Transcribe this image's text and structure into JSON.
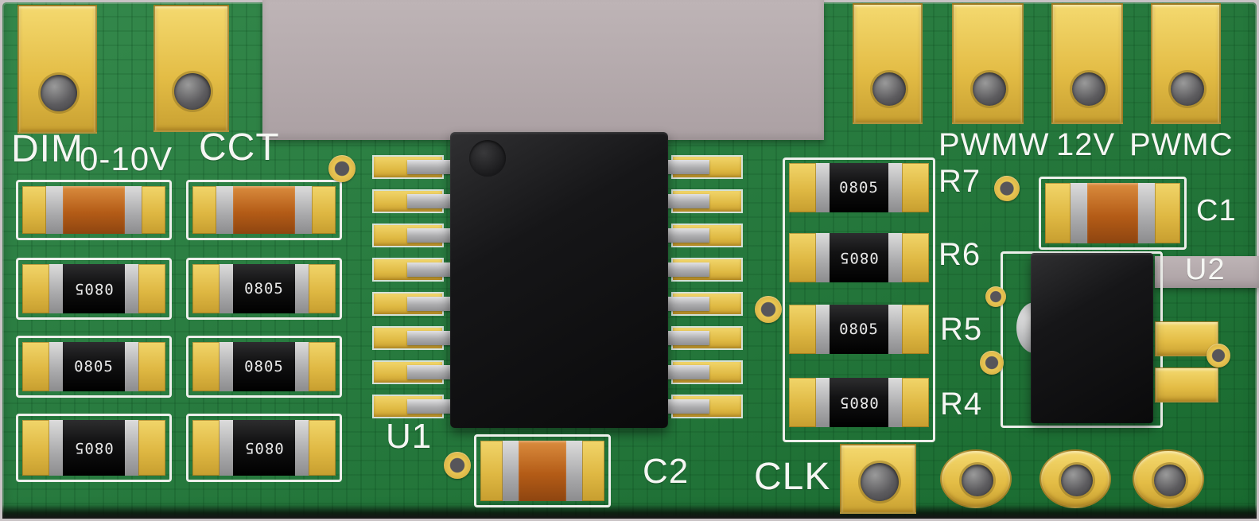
{
  "pcb": {
    "silkscreen": {
      "dim": "DIM",
      "dim_range": "0-10V",
      "cct": "CCT",
      "pwmw": "PWMW",
      "v12": "12V",
      "pwmc": "PWMC",
      "r7": "R7",
      "r6": "R6",
      "r5": "R5",
      "r4": "R4",
      "c1": "C1",
      "c2": "C2",
      "u1": "U1",
      "u2": "U2",
      "clk": "CLK"
    },
    "parts": {
      "smd_marking": "0805"
    },
    "colors": {
      "board_green": "#1d7b37",
      "pad_gold": "#e8c452",
      "silkscreen_white": "#f4f5f2",
      "component_black": "#131314",
      "capacitor_orange": "#b55c18",
      "terminal_gray": "#b5b5b7",
      "background_gray": "#b4abad"
    }
  }
}
